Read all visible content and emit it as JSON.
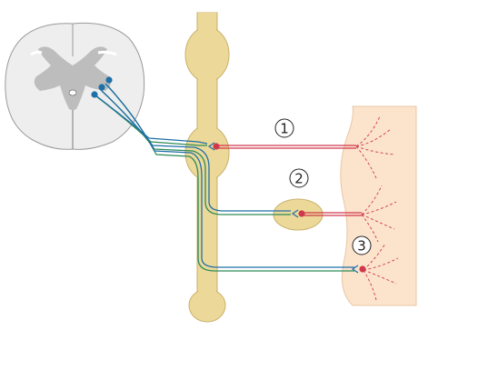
{
  "diagram": {
    "labels": [
      {
        "id": "1",
        "text": "1"
      },
      {
        "id": "2",
        "text": "2"
      },
      {
        "id": "3",
        "text": "3"
      }
    ]
  },
  "colors": {
    "ganglion_fill": "#ecd999",
    "ganglion_stroke": "#c9b06a",
    "tissue_fill": "#fbe3cc",
    "spinal_cord_fill": "#eeeeee",
    "grey_matter": "#bdbdbd",
    "preganglionic_blue": "#1f6fa8",
    "preganglionic_green": "#2e8b57",
    "postganglionic_red": "#d0384c"
  }
}
